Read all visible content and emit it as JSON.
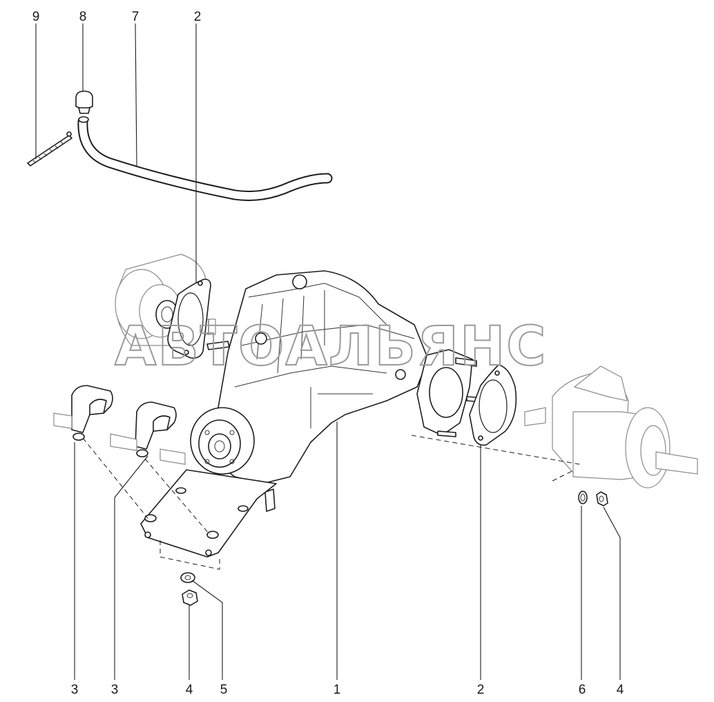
{
  "watermark": "АВТОАЛЬЯНС",
  "callouts": {
    "top": [
      "9",
      "8",
      "7",
      "2"
    ],
    "bottom": [
      "3",
      "3",
      "4",
      "5",
      "1",
      "2",
      "6",
      "4"
    ]
  }
}
